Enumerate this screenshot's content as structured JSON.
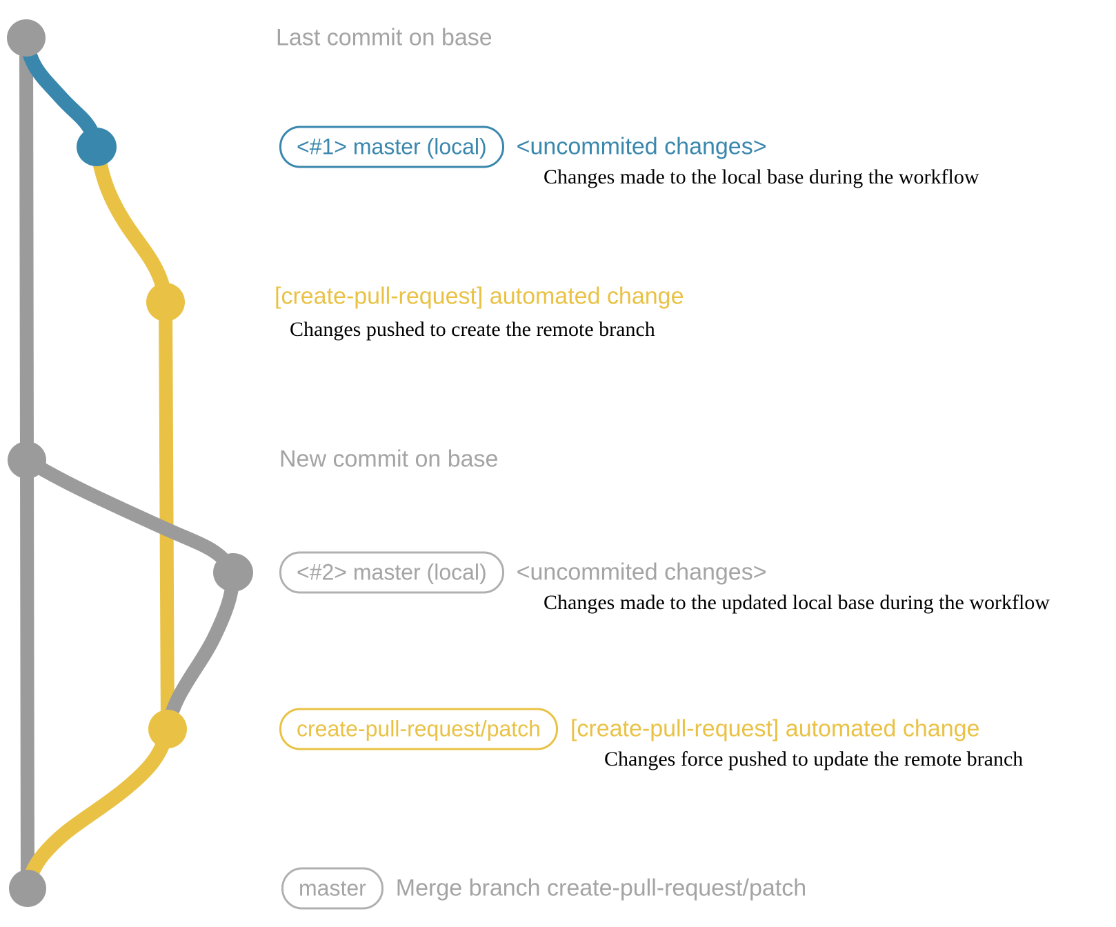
{
  "diagram_title": "create-pull-request workflow git graph",
  "colors": {
    "base_branch_gray": "#9b9b9b",
    "local_commit_blue": "#3a87ad",
    "remote_branch_yellow": "#e9c245",
    "muted_label_gray": "#a4a4a4",
    "description_black": "#000000"
  },
  "graph": {
    "nodes": [
      {
        "name": "last-commit-on-base",
        "color": "#9b9b9b"
      },
      {
        "name": "local-uncommitted-1",
        "color": "#3a87ad"
      },
      {
        "name": "remote-branch-created",
        "color": "#e9c245"
      },
      {
        "name": "new-commit-on-base",
        "color": "#9b9b9b"
      },
      {
        "name": "local-uncommitted-2",
        "color": "#9b9b9b"
      },
      {
        "name": "remote-branch-updated",
        "color": "#e9c245"
      },
      {
        "name": "merge-commit",
        "color": "#9b9b9b"
      }
    ],
    "branches": [
      {
        "name": "base-trunk",
        "color": "#9b9b9b"
      },
      {
        "name": "create-pull-request-patch",
        "color": "#e9c245"
      }
    ]
  },
  "rows": [
    {
      "label": "Last commit on base"
    },
    {
      "badge": "<#1> master (local)",
      "side": "<uncommited changes>",
      "desc": "Changes made to the local base during the workflow"
    },
    {
      "side": "[create-pull-request] automated change",
      "desc": "Changes pushed to create the remote branch"
    },
    {
      "label": "New commit on base"
    },
    {
      "badge": "<#2> master (local)",
      "side": "<uncommited changes>",
      "desc": "Changes made to the updated local base during the workflow"
    },
    {
      "badge": "create-pull-request/patch",
      "side": "[create-pull-request] automated change",
      "desc": "Changes force pushed to update the remote branch"
    },
    {
      "badge": "master",
      "side": "Merge branch create-pull-request/patch"
    }
  ]
}
